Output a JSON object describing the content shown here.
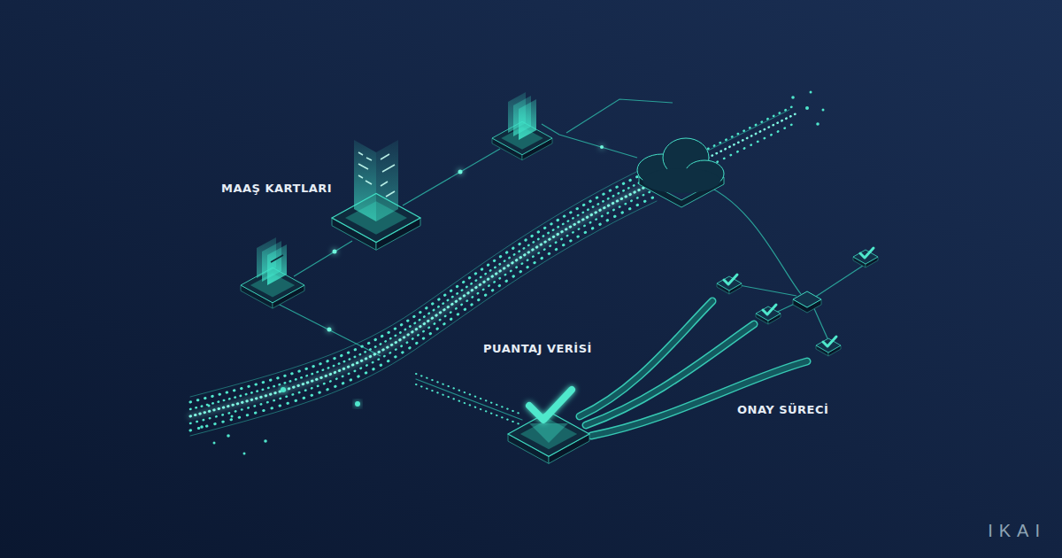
{
  "diagram": {
    "labels": [
      "MAAŞ KARTLARI",
      "PUANTAJ VERİSİ",
      "ONAY SÜRECİ",
      "IKAI"
    ]
  }
}
